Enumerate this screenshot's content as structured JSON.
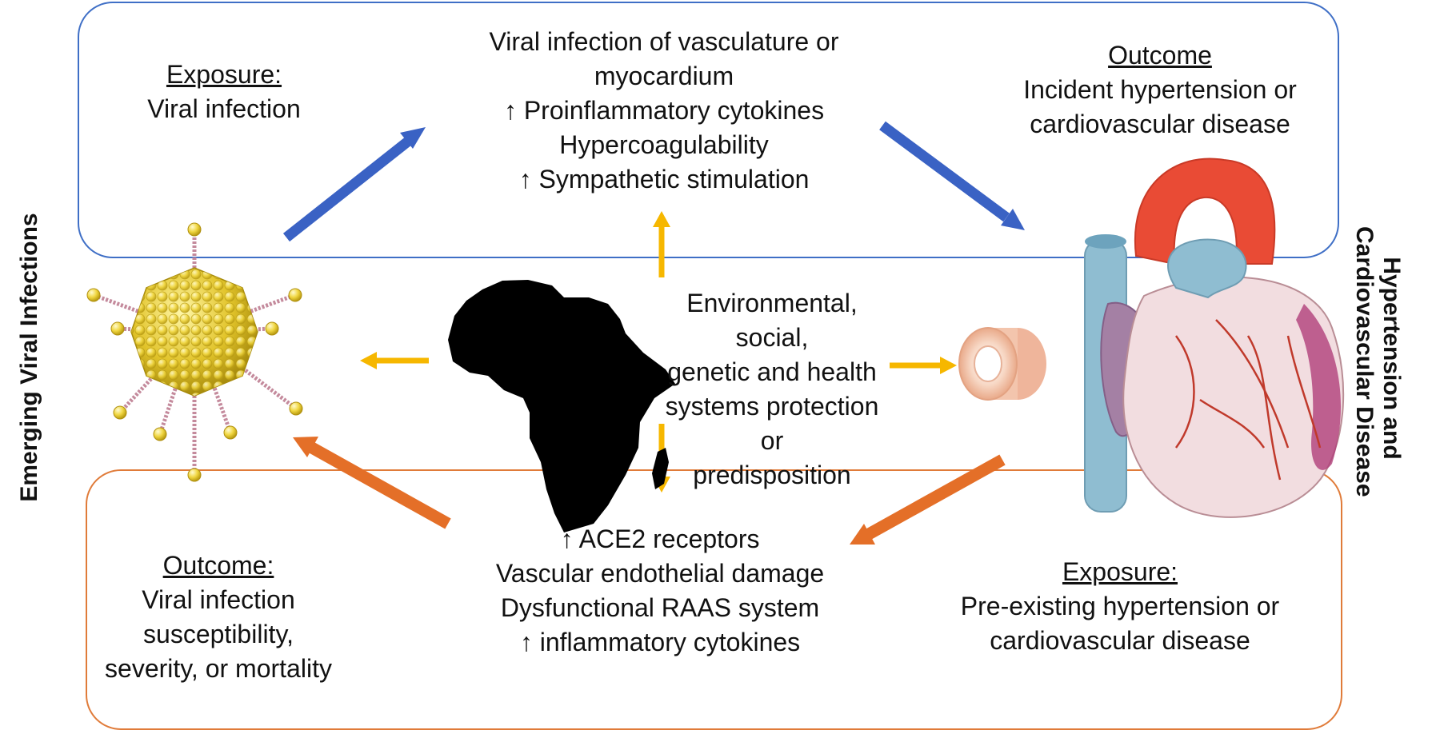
{
  "side_labels": {
    "left": "Emerging Viral Infections",
    "right_line1": "Hypertension and",
    "right_line2": "Cardiovascular Disease"
  },
  "top": {
    "exposure_heading": "Exposure:",
    "exposure_text": "Viral infection",
    "mechanisms": [
      "Viral infection of vasculature or",
      "myocardium",
      "↑ Proinflammatory cytokines",
      "Hypercoagulability",
      "↑ Sympathetic stimulation"
    ],
    "outcome_heading": "Outcome",
    "outcome_lines": [
      "Incident hypertension or",
      "cardiovascular disease"
    ]
  },
  "center": {
    "lines": [
      "Environmental, social,",
      "genetic and health",
      "systems protection or",
      "predisposition"
    ]
  },
  "bottom": {
    "outcome_heading": "Outcome:",
    "outcome_lines": [
      "Viral infection",
      "susceptibility,",
      "severity,  or mortality"
    ],
    "mechanisms": [
      "↑ ACE2 receptors",
      "Vascular endothelial damage",
      "Dysfunctional RAAS system",
      "↑ inflammatory cytokines"
    ],
    "exposure_heading": "Exposure:",
    "exposure_lines": [
      "Pre-existing hypertension or",
      "cardiovascular disease"
    ]
  },
  "colors": {
    "top_box": "#3f6fc6",
    "bottom_box": "#e07b39",
    "blue_arrow": "#3a62c4",
    "orange_arrow": "#e46f28",
    "yellow_arrow": "#f6b700"
  }
}
